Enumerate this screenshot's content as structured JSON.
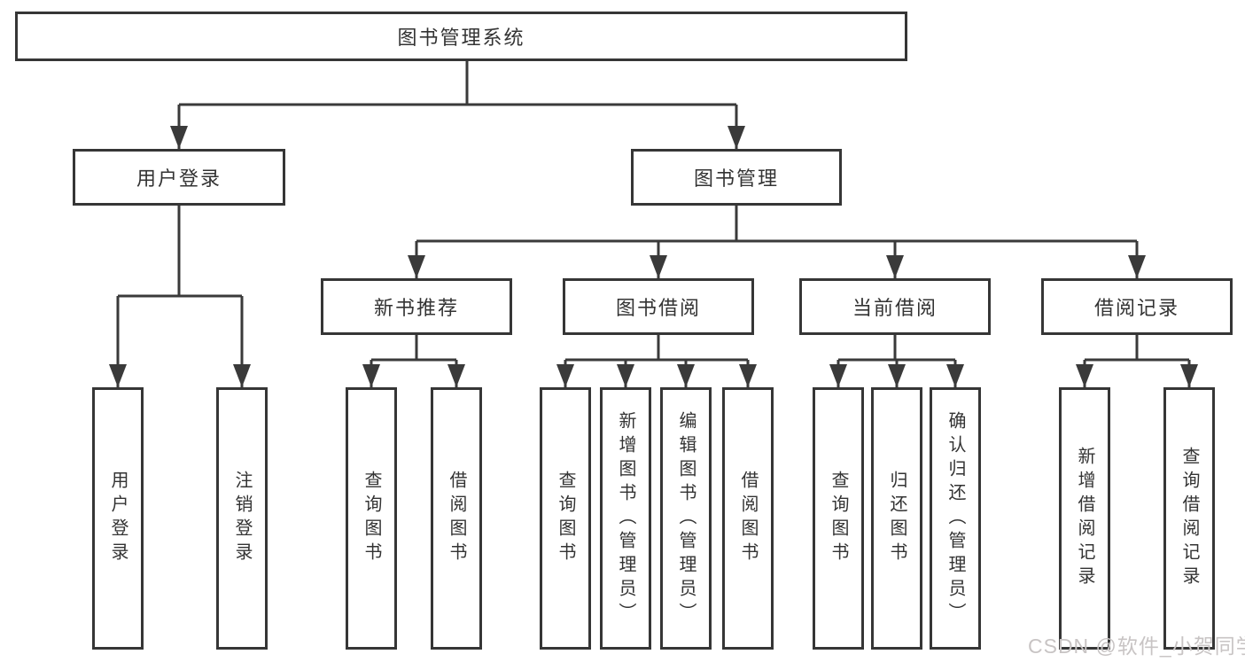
{
  "tree": {
    "root": "图书管理系统",
    "branches": [
      {
        "label": "用户登录",
        "children": [
          "用户登录",
          "注销登录"
        ]
      },
      {
        "label": "图书管理",
        "children": [
          {
            "label": "新书推荐",
            "children": [
              "查询图书",
              "借阅图书"
            ]
          },
          {
            "label": "图书借阅",
            "children": [
              "查询图书",
              "新增图书（管理员）",
              "编辑图书（管理员）",
              "借阅图书"
            ]
          },
          {
            "label": "当前借阅",
            "children": [
              "查询图书",
              "归还图书",
              "确认归还（管理员）"
            ]
          },
          {
            "label": "借阅记录",
            "children": [
              "新增借阅记录",
              "查询借阅记录"
            ]
          }
        ]
      }
    ]
  },
  "watermark": {
    "text": "CSDN @软件_小贺同学"
  },
  "colors": {
    "line": "#3a3a3a",
    "box_border": "#363636",
    "box_fill": "#ffffff",
    "label": "#333333",
    "watermark": "#c8c4c4"
  }
}
